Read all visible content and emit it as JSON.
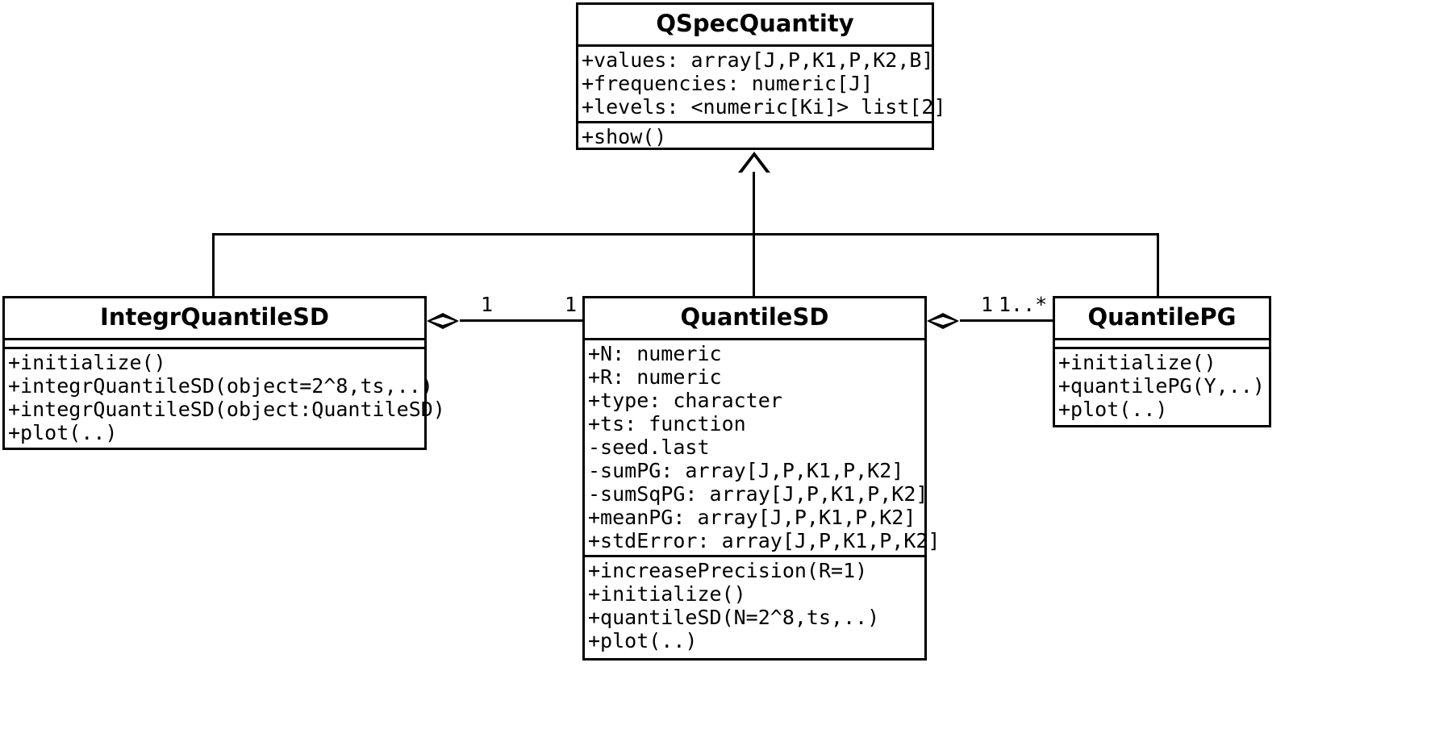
{
  "diagram": {
    "type": "uml-class-diagram",
    "colors": {
      "line": "#000000",
      "fill": "#ffffff",
      "text": "#000000"
    }
  },
  "classes": {
    "qspecquantity": {
      "name": "QSpecQuantity",
      "attributes": [
        "+values: array[J,P,K1,P,K2,B]",
        "+frequencies: numeric[J]",
        "+levels: <numeric[Ki]> list[2]"
      ],
      "methods": [
        "+show()"
      ]
    },
    "integrquantilesd": {
      "name": "IntegrQuantileSD",
      "attributes": [],
      "methods": [
        "+initialize()",
        "+integrQuantileSD(object=2^8,ts,..)",
        "+integrQuantileSD(object:QuantileSD)",
        "+plot(..)"
      ]
    },
    "quantilesd": {
      "name": "QuantileSD",
      "attributes": [
        "+N: numeric",
        "+R: numeric",
        "+type: character",
        "+ts: function",
        "-seed.last",
        "-sumPG: array[J,P,K1,P,K2]",
        "-sumSqPG: array[J,P,K1,P,K2]",
        "+meanPG: array[J,P,K1,P,K2]",
        "+stdError: array[J,P,K1,P,K2]"
      ],
      "methods": [
        "+increasePrecision(R=1)",
        "+initialize()",
        "+quantileSD(N=2^8,ts,..)",
        "+plot(..)"
      ]
    },
    "quantilepg": {
      "name": "QuantilePG",
      "attributes": [],
      "methods": [
        "+initialize()",
        "+quantilePG(Y,..)",
        "+plot(..)"
      ]
    }
  },
  "relationships": {
    "generalization": {
      "kind": "generalization",
      "parent": "QSpecQuantity",
      "children": [
        "IntegrQuantileSD",
        "QuantileSD",
        "QuantilePG"
      ]
    },
    "aggregation_left": {
      "kind": "aggregation",
      "whole": "IntegrQuantileSD",
      "part": "QuantileSD",
      "multiplicity_whole": "1",
      "multiplicity_part": "1"
    },
    "aggregation_right": {
      "kind": "aggregation",
      "whole": "QuantileSD",
      "part": "QuantilePG",
      "multiplicity_whole": "1",
      "multiplicity_part": "1..*"
    }
  }
}
